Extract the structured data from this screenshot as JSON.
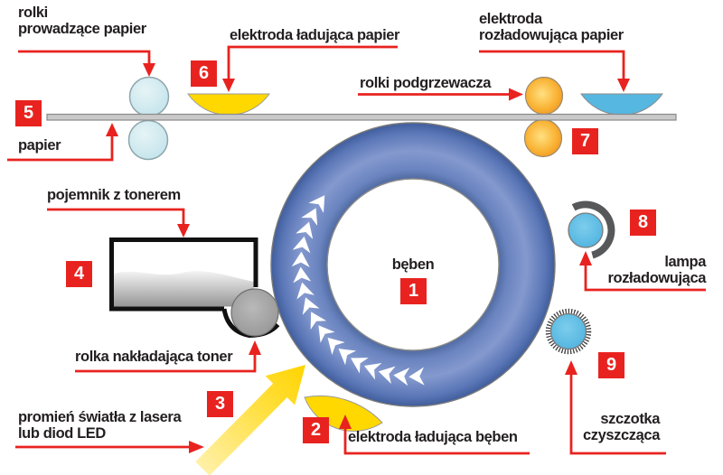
{
  "labels": {
    "paper_guide_rollers": {
      "line1": "rolki",
      "line2": "prowadzące papier"
    },
    "paper_charging_electrode": {
      "line1": "elektroda ładująca papier"
    },
    "paper_discharging_electrode": {
      "line1": "elektroda",
      "line2": "rozładowująca papier"
    },
    "heater_rollers": {
      "line1": "rolki podgrzewacza"
    },
    "paper": {
      "line1": "papier"
    },
    "toner_container": {
      "line1": "pojemnik z tonerem"
    },
    "drum": {
      "line1": "bęben"
    },
    "discharge_lamp": {
      "line1": "lampa",
      "line2": "rozładowująca"
    },
    "toner_applying_roller": {
      "line1": "rolka nakładająca toner"
    },
    "light_beam": {
      "line1": "promień światła z lasera",
      "line2": "lub diod LED"
    },
    "drum_charging_electrode": {
      "line1": "elektroda ładująca bęben"
    },
    "cleaning_brush": {
      "line1": "szczotka",
      "line2": "czyszcząca"
    }
  },
  "markers": {
    "drum": "1",
    "drum_charging_electrode": "2",
    "light_beam": "3",
    "toner_container": "4",
    "paper": "5",
    "paper_charging_electrode": "6",
    "heater_rollers": "7",
    "discharge_lamp": "8",
    "cleaning_brush": "9"
  },
  "colors": {
    "accent_red": "#e8231f",
    "drum_blue": "#4c68ab",
    "light_blue": "#56b7e0",
    "electrode_yellow": "#ffd800",
    "roller_orange": "#f59b33",
    "roller_gray": "#9c9c9c",
    "paper_gray": "#c9c9c9",
    "text": "#231f20"
  }
}
